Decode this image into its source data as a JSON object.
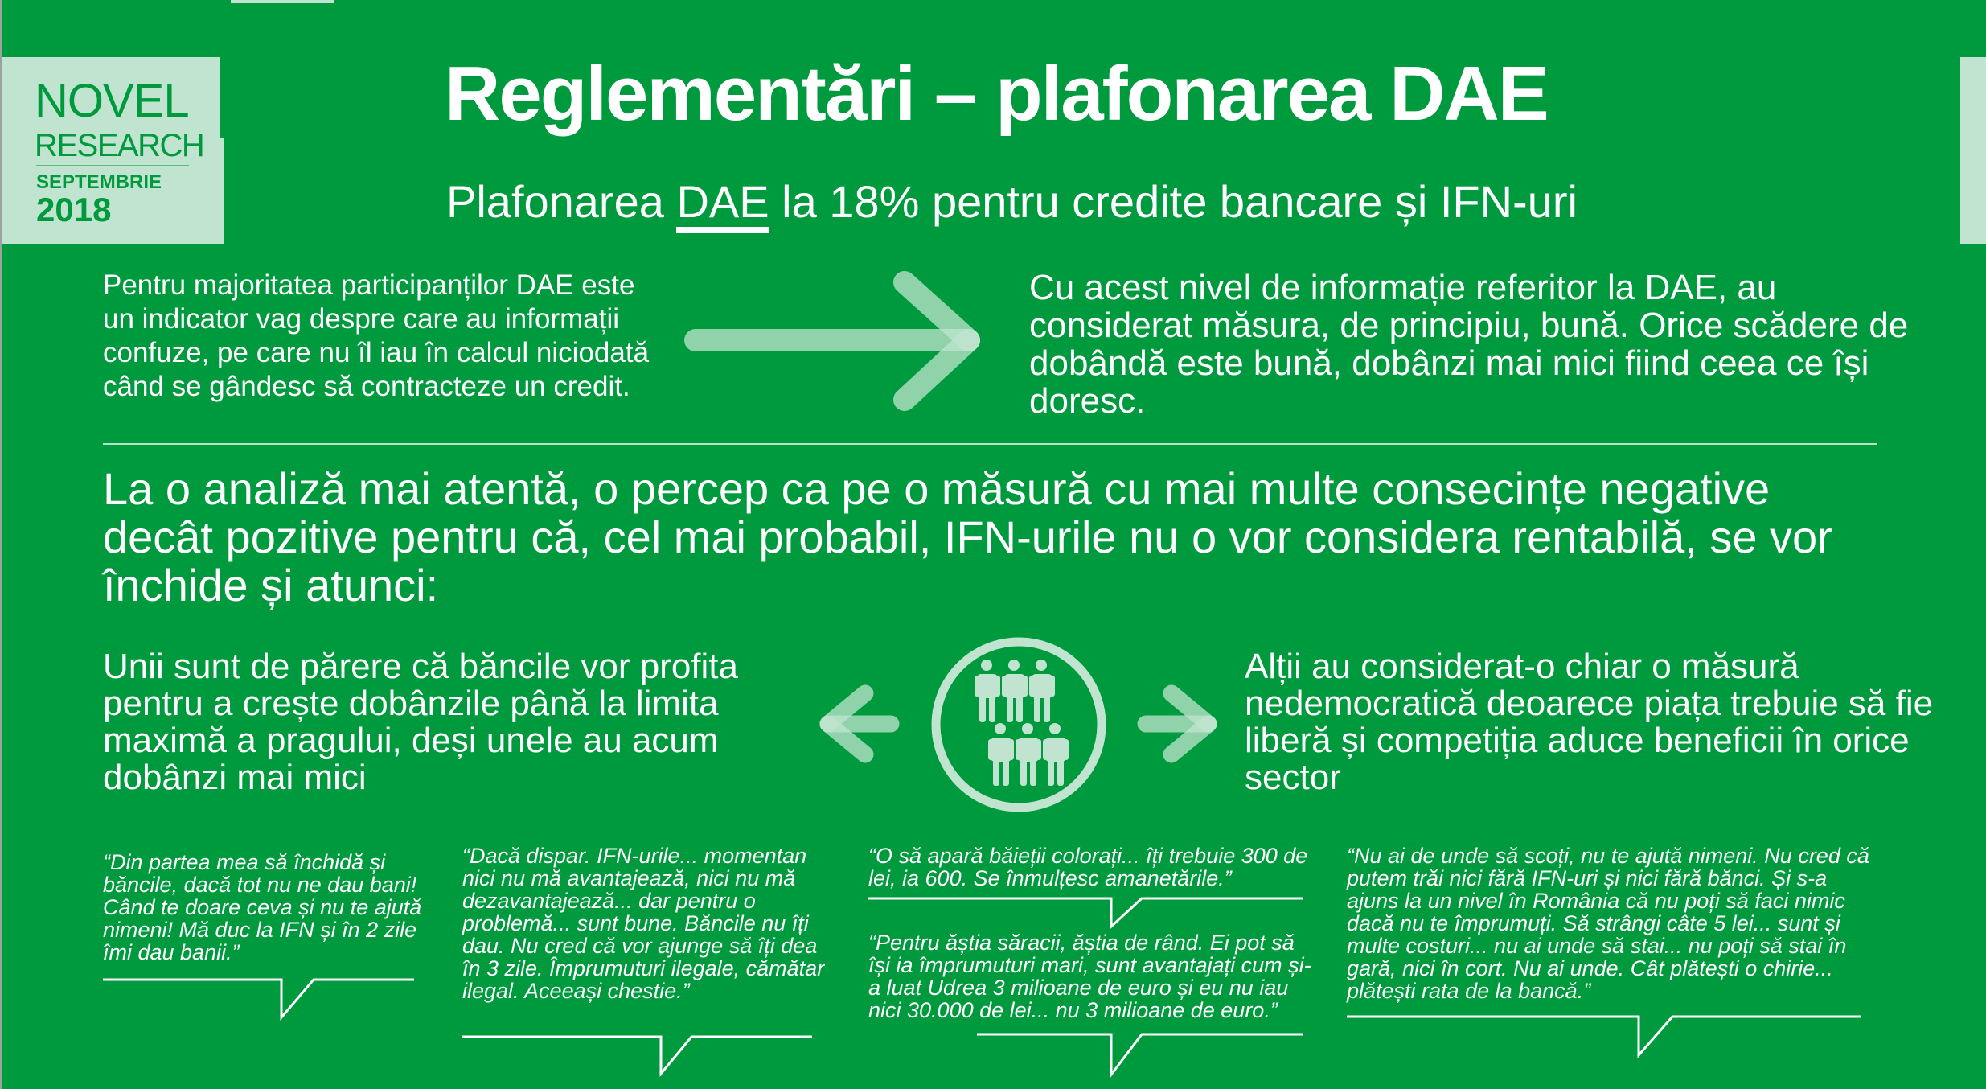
{
  "logo": {
    "line1": "NOVEL",
    "line2": "RESEARCH",
    "month": "SEPTEMBRIE",
    "year": "2018"
  },
  "header": {
    "title": "Reglementări – plafonarea DAE",
    "subtitle_pre": "Plafonarea ",
    "subtitle_em": "DAE",
    "subtitle_post": " la 18% pentru credite bancare și IFN-uri"
  },
  "top": {
    "left": "Pentru majoritatea participanților DAE este un indicator vag despre care au informații confuze, pe care nu îl iau în calcul niciodată când se gândesc să contracteze un credit.",
    "right": "Cu acest nivel de informație referitor la DAE, au considerat măsura, de principiu, bună. Orice scădere de dobândă este bună, dobânzi mai mici fiind ceea ce își doresc."
  },
  "statement": "La o analiză mai atentă, o percep ca pe o măsură cu mai multe consecințe negative decât pozitive pentru că, cel mai probabil, IFN-urile nu o vor considera rentabilă, se vor închide și atunci:",
  "middle": {
    "left": "Unii sunt de părere că băncile vor profita pentru a crește dobânzile până la limita maximă a pragului, deși unele au acum dobânzi mai mici",
    "right": "Alții au considerat-o chiar o măsură nedemocratică deoarece piața trebuie să fie liberă și competiția aduce beneficii în orice sector"
  },
  "quotes": [
    "“Din partea mea să închidă și băncile, dacă tot nu ne dau bani! Când te doare ceva și nu te ajută nimeni! Mă duc la IFN și în 2 zile îmi dau banii.”",
    "“Dacă dispar. IFN-urile... momentan nici nu mă avantajează, nici nu mă dezavantajează... dar pentru o problemă... sunt bune. Băncile nu îți dau. Nu cred că vor ajunge să îți dea în 3 zile. Împrumuturi ilegale, cămătar ilegal. Aceeași chestie.”",
    "“O să apară băieții colorați... îți trebuie 300 de lei, ia 600. Se înmulțesc amanetările.”",
    "“Pentru ăștia săracii, ăștia de rând. Ei pot să își ia împrumuturi mari, sunt avantajați cum și-a luat Udrea 3 milioane de euro și eu nu iau nici 30.000 de lei... nu 3 milioane de euro.”",
    "“Nu ai de unde să scoți, nu te ajută nimeni. Nu cred că putem trăi nici fără IFN-uri și nici fără bănci. Și s-a ajuns la un nivel în România că nu poți să faci nimic dacă nu te împrumuți. Să strângi câte 5 lei... sunt și multe costuri... nu ai unde să stai... nu poți să stai în gară, nici în cort. Nu ai unde. Cât plătești o chirie... plătești rata de la bancă.”"
  ],
  "colors": {
    "background": "#009a3e",
    "light": "#c0e4cf",
    "text": "#ffffff"
  }
}
